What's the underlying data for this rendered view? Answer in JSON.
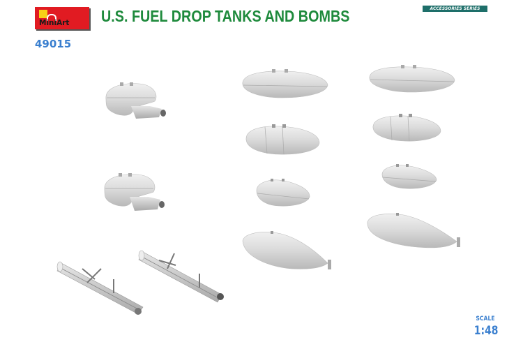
{
  "header": {
    "brand": "MiniArt",
    "kit_number": "49015",
    "title": "U.S. FUEL DROP TANKS AND BOMBS",
    "series_badge": "ACCESSORIES SERIES"
  },
  "scale": {
    "label": "SCALE",
    "value": "1:48"
  },
  "colors": {
    "brand_red": "#e11b22",
    "brand_yellow": "#f7d117",
    "title_green": "#1e8a3c",
    "kit_blue": "#3a7fcf",
    "badge_teal": "#1e6f6a",
    "part_gray": "#d6d6d6"
  },
  "parts": [
    {
      "name": "slipper-tank-with-pipe",
      "position": "left-top"
    },
    {
      "name": "slipper-tank-with-pipe",
      "position": "left-middle"
    },
    {
      "name": "bazooka-rocket-launcher-tubes",
      "position": "left-bottom-1"
    },
    {
      "name": "bazooka-rocket-launcher-tubes",
      "position": "left-bottom-2"
    },
    {
      "name": "long-drop-tank",
      "position": "center-row-1"
    },
    {
      "name": "paper-drop-tank",
      "position": "center-row-2"
    },
    {
      "name": "small-drop-tank",
      "position": "center-row-3"
    },
    {
      "name": "teardrop-drop-tank",
      "position": "center-row-4"
    },
    {
      "name": "long-drop-tank",
      "position": "right-row-1"
    },
    {
      "name": "paper-drop-tank",
      "position": "right-row-2"
    },
    {
      "name": "small-drop-tank",
      "position": "right-row-3"
    },
    {
      "name": "teardrop-drop-tank",
      "position": "right-row-4"
    }
  ]
}
